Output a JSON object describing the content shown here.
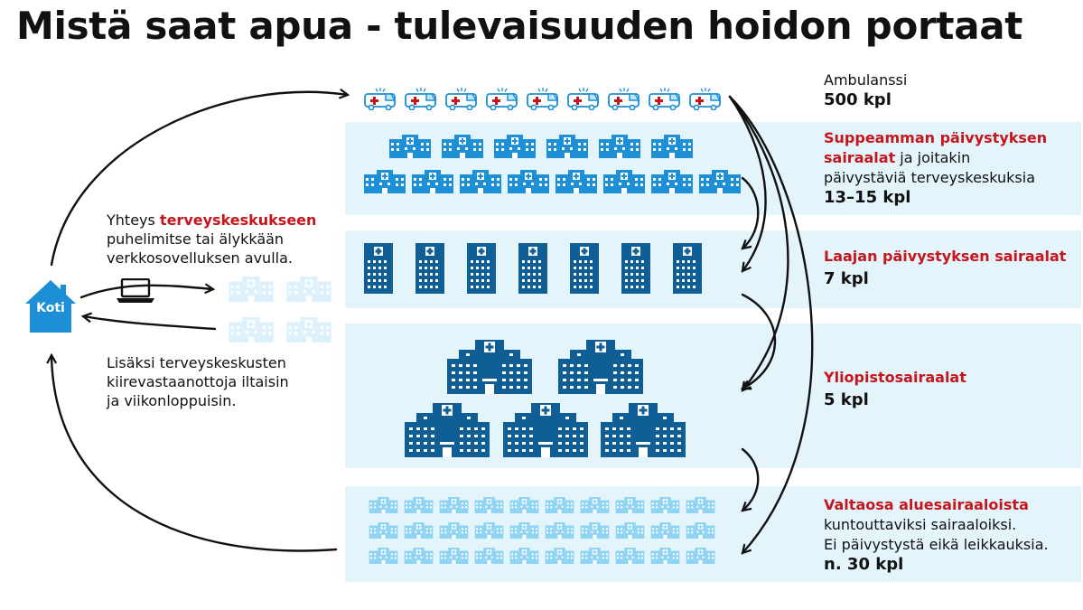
{
  "title": "Mistä saat apua - tulevaisuuden hoidon portaat",
  "home_label": "Koti",
  "left_text_top": {
    "pre": "Yhteys ",
    "highlight": "terveyskeskukseen",
    "line2": "puhelimitse tai älykkään",
    "line3": "verkkosovelluksen avulla."
  },
  "left_text_bottom": {
    "line1": "Lisäksi terveyskeskusten",
    "line2": "kiirevastaanottoja iltaisin",
    "line3": "ja viikonloppuisin."
  },
  "tiers": {
    "ambulance": {
      "label": "Ambulanssi",
      "count": "500 kpl",
      "icon": "ambulance-icon"
    },
    "limited": {
      "highlight1": "Suppeamman päivystyksen",
      "highlight2": "sairaalat",
      "rest1": " ja joitakin",
      "rest2": "päivystäviä terveyskeskuksia",
      "count": "13–15 kpl",
      "icon": "clinic-icon"
    },
    "extensive": {
      "highlight": "Laajan päivystyksen sairaalat",
      "count": "7 kpl",
      "icon": "hospital-icon"
    },
    "university": {
      "highlight": "Yliopistosairaalat",
      "count": "5 kpl",
      "icon": "university-hospital-icon"
    },
    "regional": {
      "highlight": "Valtaosa aluesairaaloista",
      "line2": "kuntouttaviksi sairaaloiksi.",
      "line3": "Ei päivystystä eikä leikkauksia.",
      "count": "n. 30 kpl",
      "icon": "clinic-icon"
    }
  },
  "colors": {
    "dark_blue": "#0f5f96",
    "mid_blue": "#1d8fd6",
    "light_blue": "#8fd3f3",
    "band": "#e4f4fb",
    "red": "#c4161c",
    "pale": "#dcf1fb"
  }
}
